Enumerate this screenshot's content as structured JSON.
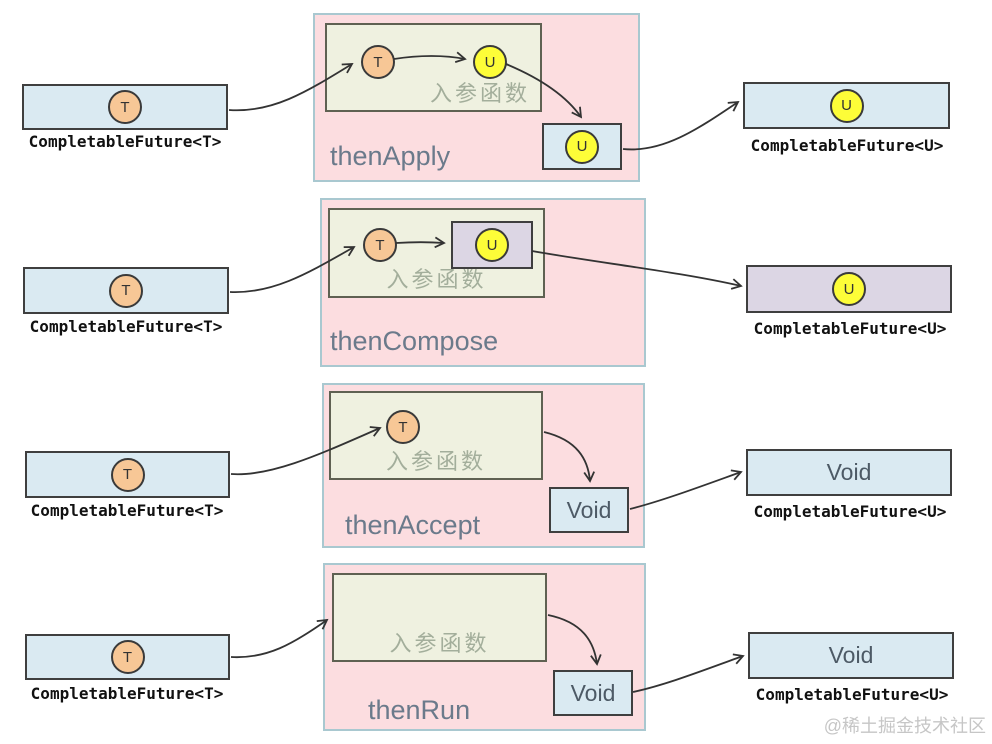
{
  "watermark": "@稀土掘金技术社区",
  "colors": {
    "panel_fill": "#fcdde0",
    "panel_border": "#a9c8d0",
    "future_box_fill": "#daeaf2",
    "compose_result_fill": "#dcd6e4",
    "func_box_fill": "#eff1e0",
    "token_t_fill": "#f7c796",
    "token_u_fill": "#fdfd38",
    "method_label_color": "#6b7a8b",
    "func_label_color": "#a3ae9b",
    "arrow_color": "#333333"
  },
  "rows": [
    {
      "method": "thenApply",
      "input_label": "CompletableFuture<T>",
      "output_label": "CompletableFuture<U>",
      "func_label": "入参函数",
      "input_token": "T",
      "func_in_token": "T",
      "func_out_token": "U",
      "result_token": "U",
      "output_token": "U"
    },
    {
      "method": "thenCompose",
      "input_label": "CompletableFuture<T>",
      "output_label": "CompletableFuture<U>",
      "func_label": "入参函数",
      "input_token": "T",
      "func_in_token": "T",
      "func_out_token": "U",
      "output_token": "U"
    },
    {
      "method": "thenAccept",
      "input_label": "CompletableFuture<T>",
      "output_label": "CompletableFuture<U>",
      "func_label": "入参函数",
      "input_token": "T",
      "func_in_token": "T",
      "result_text": "Void",
      "output_text": "Void"
    },
    {
      "method": "thenRun",
      "input_label": "CompletableFuture<T>",
      "output_label": "CompletableFuture<U>",
      "func_label": "入参函数",
      "input_token": "T",
      "result_text": "Void",
      "output_text": "Void"
    }
  ]
}
